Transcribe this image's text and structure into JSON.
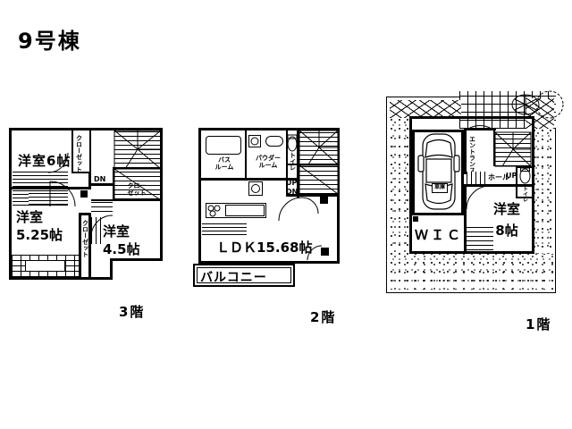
{
  "title": "9号棟",
  "floors": [
    {
      "id": "floor-3",
      "label": "3階",
      "rooms": [
        {
          "name": "western-room-6",
          "text": "洋室6帖"
        },
        {
          "name": "western-room-525",
          "text_line1": "洋室",
          "text_line2": "5.25帖"
        },
        {
          "name": "western-room-45",
          "text_line1": "洋室",
          "text_line2": "4.5帖"
        },
        {
          "name": "closet-top",
          "text": "クローゼット"
        },
        {
          "name": "closet-mid",
          "text": "クローゼット"
        },
        {
          "name": "closet-left",
          "text": "クローゼット"
        },
        {
          "name": "stair-down",
          "text": "DN"
        }
      ]
    },
    {
      "id": "floor-2",
      "label": "2階",
      "rooms": [
        {
          "name": "bath-room",
          "text_line1": "バス",
          "text_line2": "ルーム"
        },
        {
          "name": "powder-room",
          "text_line1": "パウダー",
          "text_line2": "ルーム"
        },
        {
          "name": "toilet",
          "text": "トイレ"
        },
        {
          "name": "stairs-up",
          "text": "UP"
        },
        {
          "name": "stairs-down",
          "text": "DN"
        },
        {
          "name": "ldk",
          "text": "ＬＤＫ15.68帖"
        },
        {
          "name": "balcony",
          "text": "バルコニー"
        }
      ]
    },
    {
      "id": "floor-1",
      "label": "1階",
      "rooms": [
        {
          "name": "garage",
          "text": "車庫"
        },
        {
          "name": "walk-in-closet",
          "text": "ＷＩＣ"
        },
        {
          "name": "western-room-8",
          "text_line1": "洋室",
          "text_line2": "8帖"
        },
        {
          "name": "entrance",
          "text": "エントランス"
        },
        {
          "name": "hall",
          "text": "ホール"
        },
        {
          "name": "toilet",
          "text": "トイレ"
        },
        {
          "name": "stairs-up",
          "text": "UP"
        }
      ]
    }
  ],
  "colors": {
    "ink": "#000000",
    "paper": "#ffffff"
  }
}
